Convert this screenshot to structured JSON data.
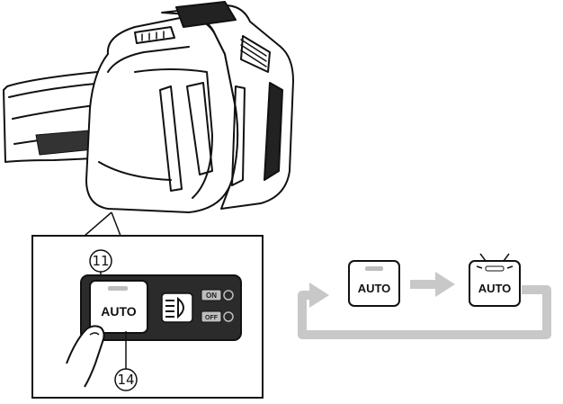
{
  "callouts": {
    "power_button": "11",
    "auto_button": "14"
  },
  "control_panel": {
    "auto_label": "AUTO",
    "led_on_label": "ON",
    "led_off_label": "OFF",
    "light_icon": "headlight-icon"
  },
  "sequence": {
    "step1_label": "AUTO",
    "step2_label": "AUTO",
    "arrow_icon": "right-arrow-icon",
    "loop_icon": "loop-back-arrow-icon"
  },
  "colors": {
    "line": "#111111",
    "panel": "#2b2b2b",
    "arrow_gray": "#c8c8c8",
    "led_gray": "#bdbdbd"
  }
}
